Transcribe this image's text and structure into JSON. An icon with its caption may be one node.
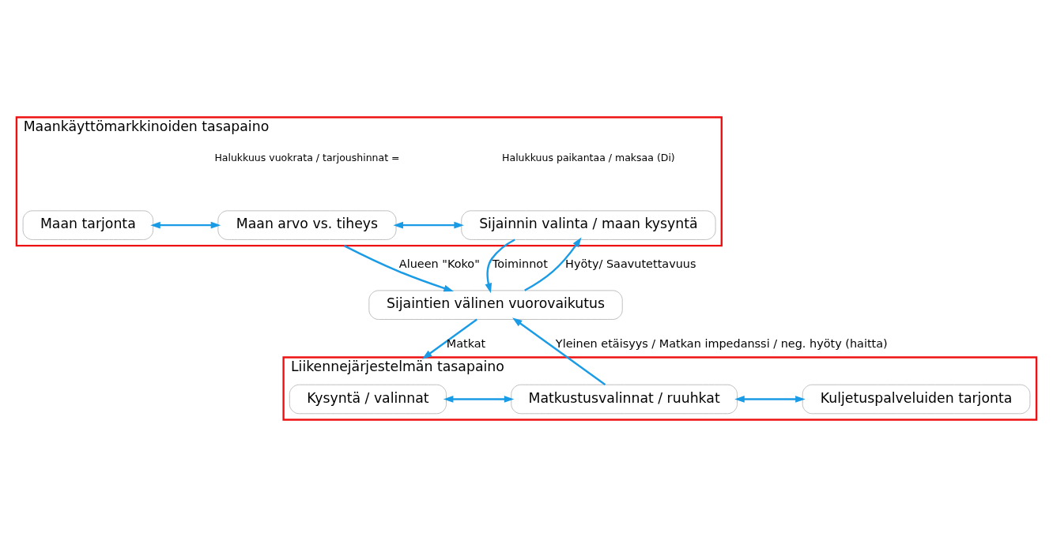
{
  "diagram": {
    "nodes": [
      {
        "text": [
          "Maankäyttömarkkinoiden tasapaino"
        ]
      },
      {
        "text": [
          "Maan tarjonta"
        ],
        "in": 0
      },
      {
        "text": [
          "Maan arvo vs. tiheys"
        ],
        "in": 0
      },
      {
        "text": [
          "Sijainnin valinta / maan kysyntä"
        ],
        "in": 0
      },
      {
        "text": [
          "Sijaintien välinen vuorovaikutus"
        ]
      },
      {
        "text": [
          "Liikennejärjestelmän tasapaino"
        ]
      },
      {
        "text": [
          "Kysyntä / valinnat"
        ],
        "in": 5
      },
      {
        "text": [
          "Matkustusvalinnat / ruuhkat"
        ],
        "in": 5
      },
      {
        "text": [
          "Kuljetuspalveluiden tarjonta"
        ],
        "in": 5
      }
    ],
    "edges": [
      {
        "from": 1,
        "to": 2,
        "arrow": "both"
      },
      {
        "from": 2,
        "to": 3,
        "arrow": "both"
      },
      {
        "from": 0,
        "to": 4,
        "arrow": "to",
        "label": "Alueen \"Koko\""
      },
      {
        "from": 3,
        "to": 4,
        "arrow": "to",
        "label": "Toiminnot"
      },
      {
        "from": 4,
        "to": 3,
        "arrow": "to",
        "label": "Hyöty/ Saavutettavuus"
      },
      {
        "from": 4,
        "to": 5,
        "arrow": "to",
        "label": "Matkat"
      },
      {
        "from": 7,
        "to": 4,
        "arrow": "to",
        "label": "Yleinen etäisyys / Matkan impedanssi / neg. hyöty (haitta)"
      },
      {
        "from": 6,
        "to": 7,
        "arrow": "both"
      },
      {
        "from": 7,
        "to": 8,
        "arrow": "both"
      }
    ],
    "labels": [
      "Halukkuus vuokrata / tarjoushinnat =",
      "Halukkuus paikantaa / maksaa (Di)"
    ]
  }
}
